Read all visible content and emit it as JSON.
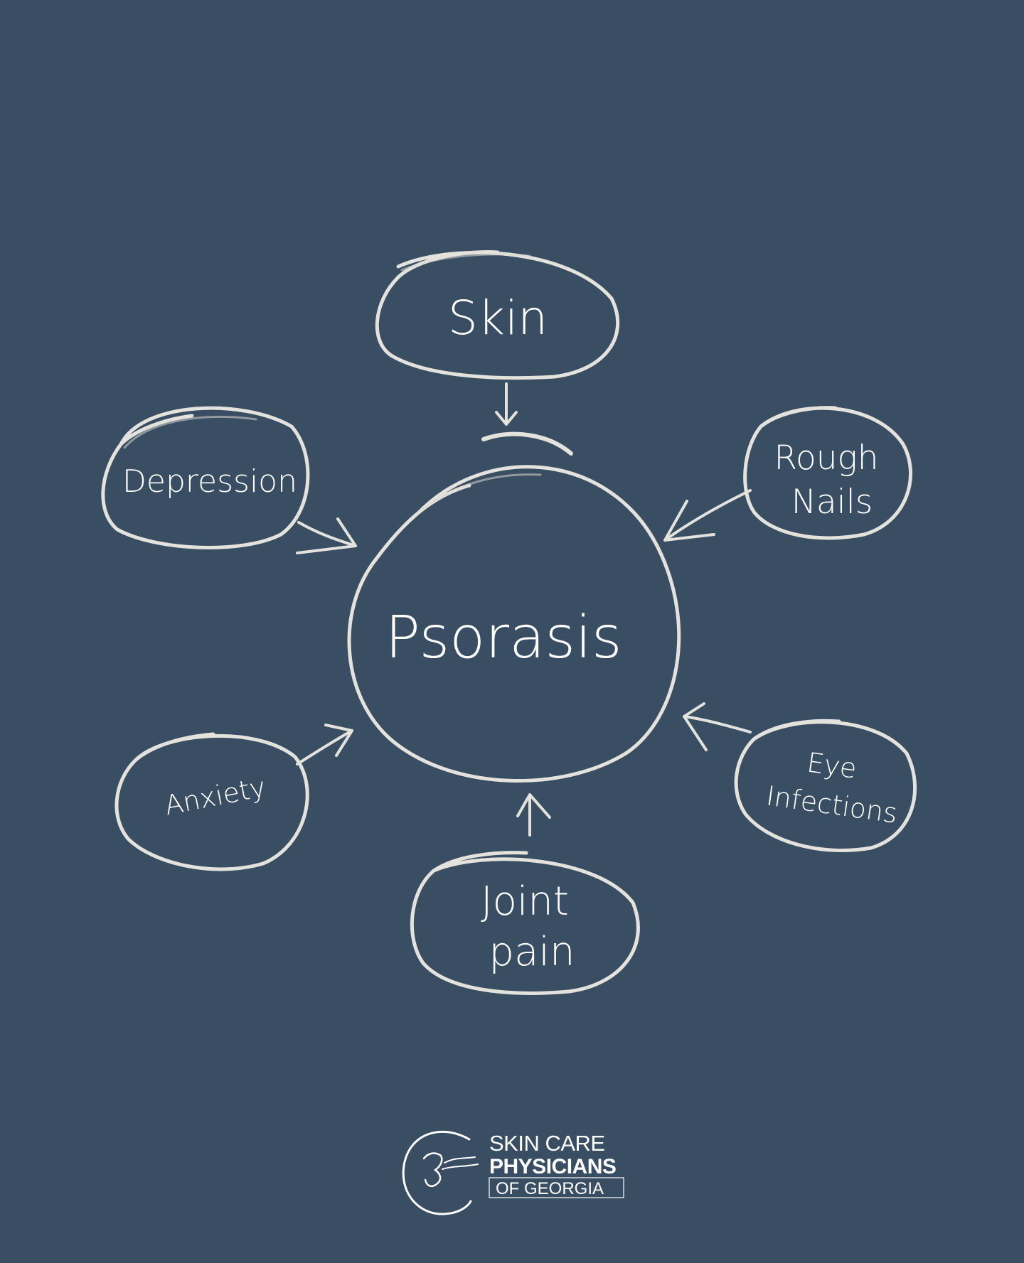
{
  "colors": {
    "background": "#3a4e63",
    "chalk": "#e4e2dc",
    "text": "#ffffff"
  },
  "diagram": {
    "center": {
      "label": "Psorasis"
    },
    "nodes": {
      "skin": {
        "lines": [
          "Skin"
        ]
      },
      "depression": {
        "lines": [
          "Depression"
        ]
      },
      "rough_nails": {
        "lines": [
          "Rough",
          "Nails"
        ]
      },
      "anxiety": {
        "lines": [
          "Anxiety"
        ]
      },
      "eye_infections": {
        "lines": [
          "Eye",
          "Infections"
        ]
      },
      "joint_pain": {
        "lines": [
          "Joint",
          "pain"
        ]
      }
    }
  },
  "logo": {
    "line1": "SKIN CARE",
    "line2": "PHYSICIANS",
    "line3": "OF GEORGIA",
    "icon": "profile-face-icon"
  }
}
